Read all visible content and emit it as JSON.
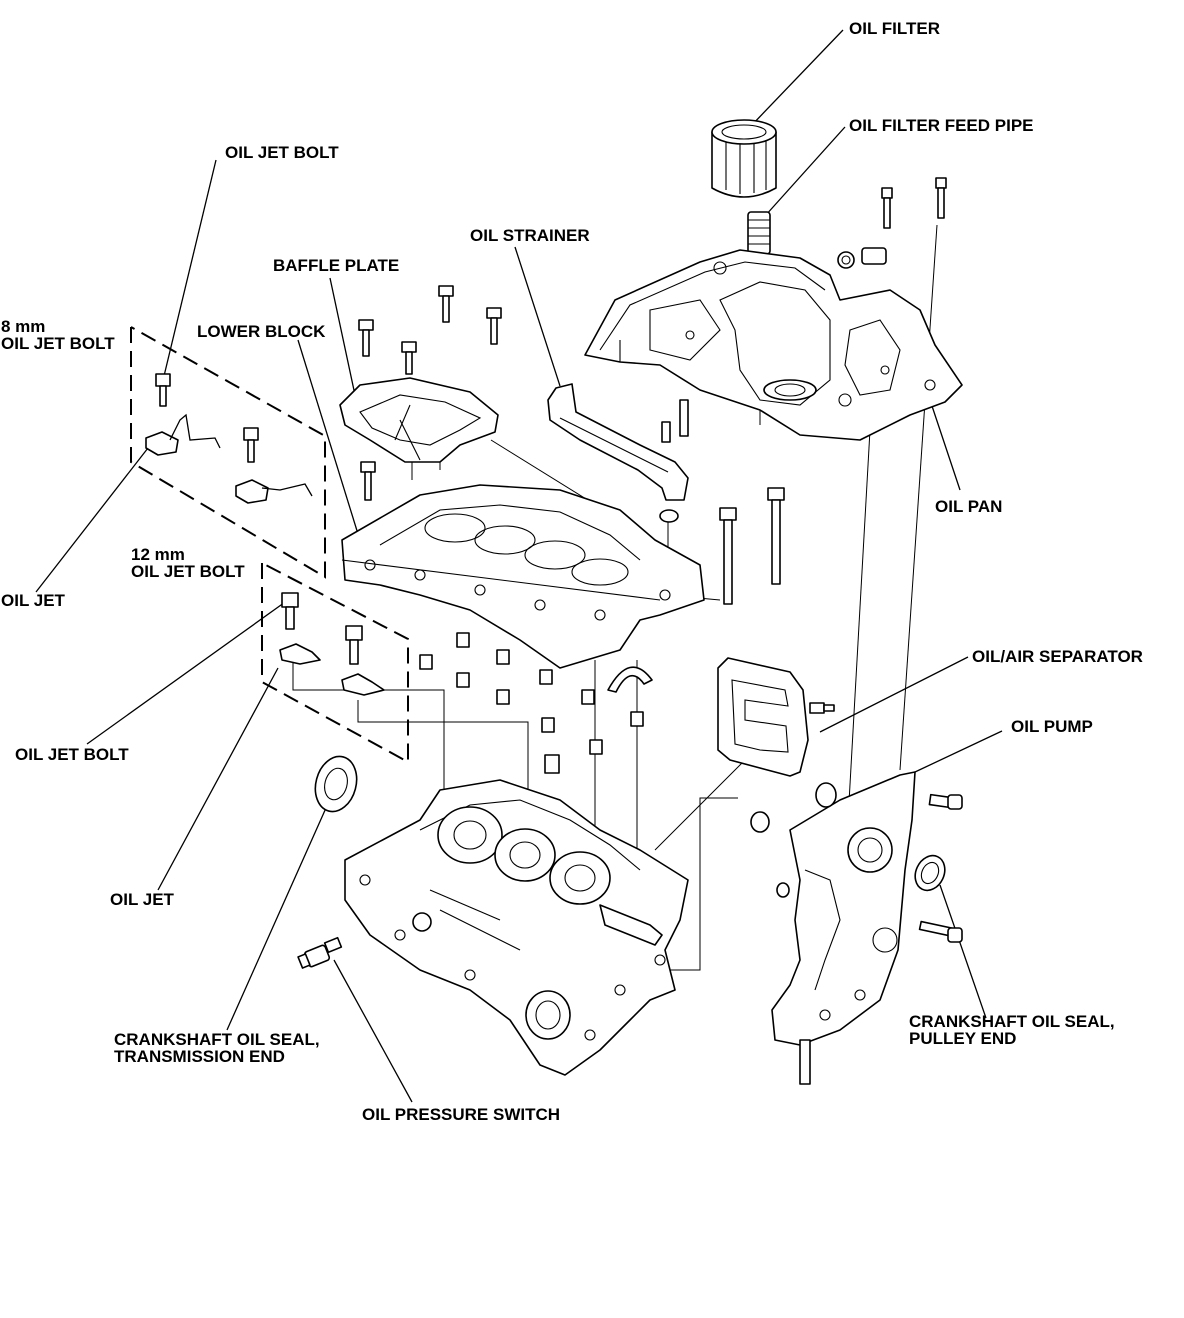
{
  "labels": {
    "oil_filter": "OIL FILTER",
    "oil_filter_feed_pipe": "OIL FILTER FEED PIPE",
    "oil_jet_bolt_top": "OIL JET BOLT",
    "oil_strainer": "OIL STRAINER",
    "baffle_plate": "BAFFLE PLATE",
    "mm8_line1": "8 mm",
    "mm8_line2": "OIL JET BOLT",
    "lower_block": "LOWER BLOCK",
    "oil_pan": "OIL PAN",
    "oil_jet_upper": "OIL JET",
    "mm12_line1": "12 mm",
    "mm12_line2": "OIL JET BOLT",
    "oil_air_separator": "OIL/AIR SEPARATOR",
    "oil_pump": "OIL PUMP",
    "oil_jet_bolt_lower": "OIL JET BOLT",
    "oil_jet_lower": "OIL JET",
    "crank_seal_pulley_line1": "CRANKSHAFT OIL SEAL,",
    "crank_seal_pulley_line2": "PULLEY END",
    "crank_seal_trans_line1": "CRANKSHAFT OIL SEAL,",
    "crank_seal_trans_line2": "TRANSMISSION END",
    "oil_pressure_switch": "OIL PRESSURE SWITCH"
  }
}
